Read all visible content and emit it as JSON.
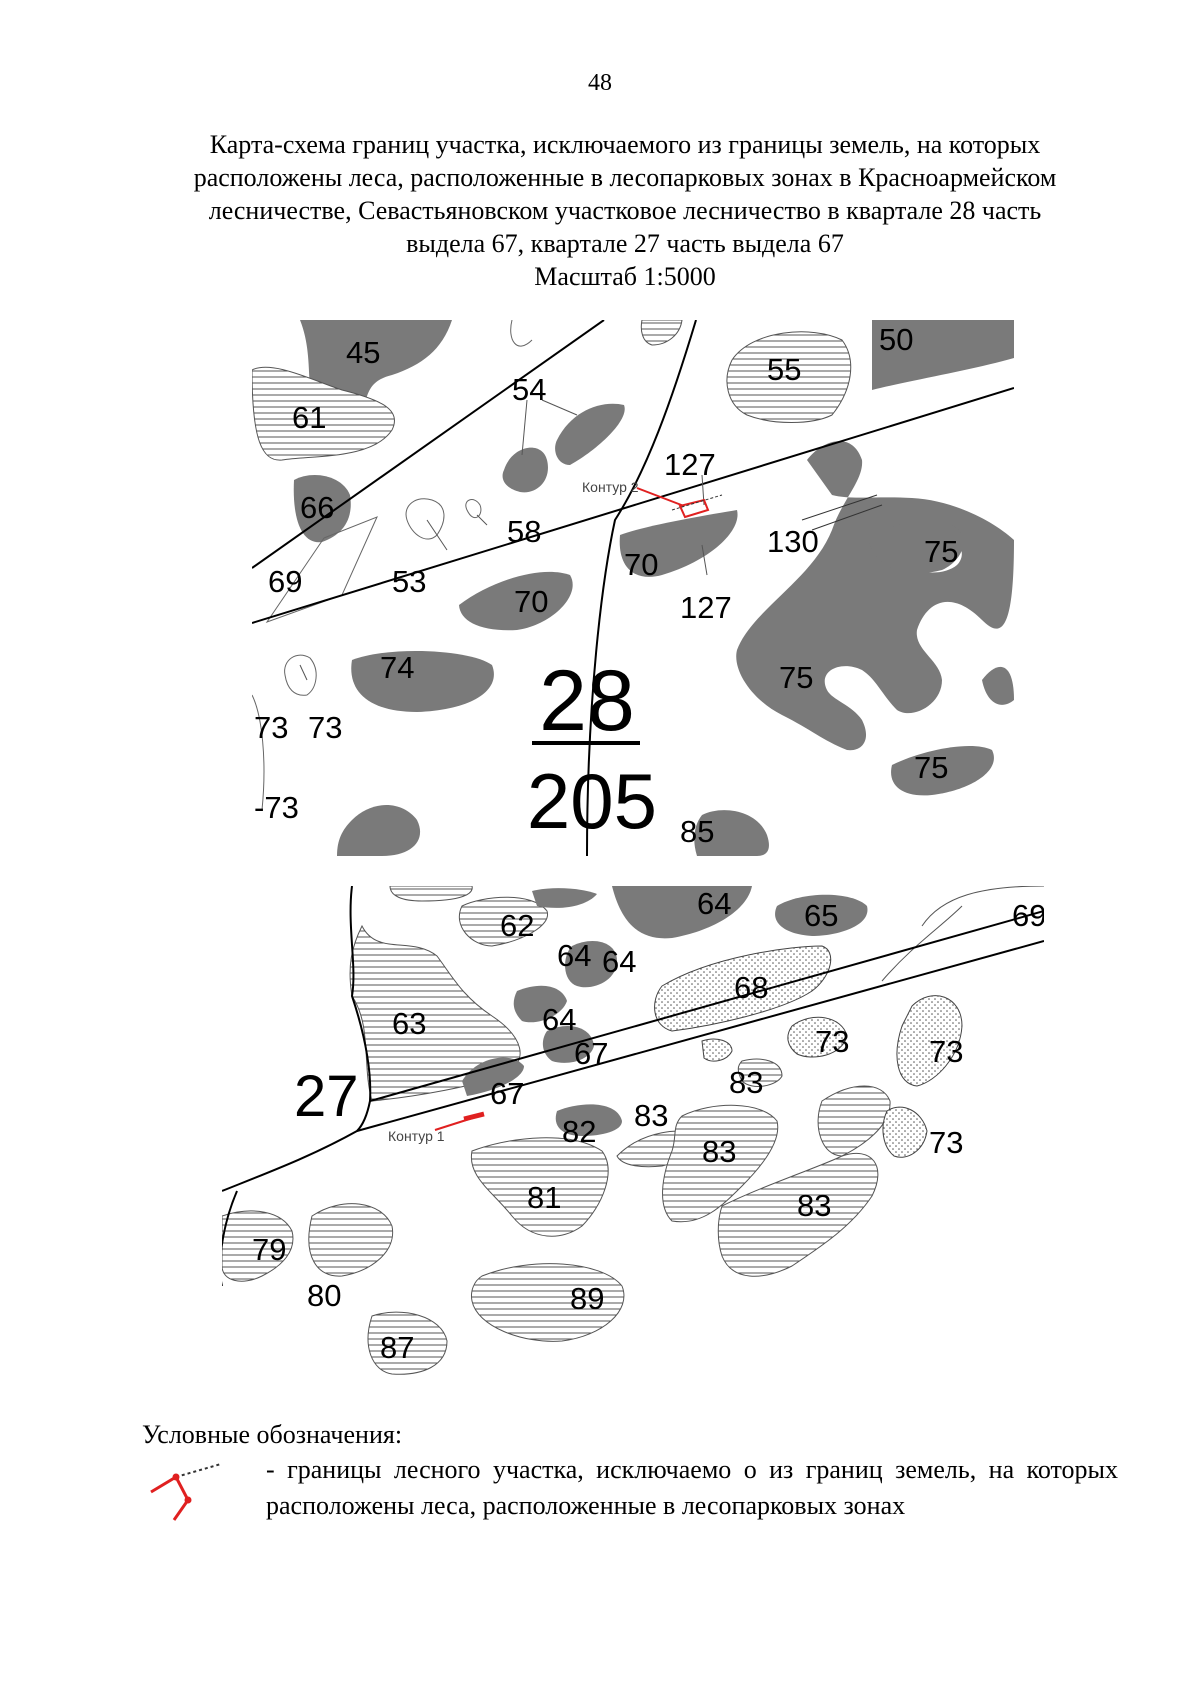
{
  "page_number": "48",
  "title_lines": [
    "Карта-схема границ участка, исключаемого из границы земель, на которых",
    "расположены леса, расположенные в лесопарковых зонах в Красноармейском",
    "лесничестве, Севастьяновском участковое лесничество в квартале 28 часть",
    "выдела 67, квартале 27 часть выдела 67",
    "Масштаб 1:5000"
  ],
  "map_top": {
    "quarter_number": "28",
    "quarter_area": "205",
    "contour_label": "Контур 2",
    "labels": [
      "45",
      "50",
      "54",
      "55",
      "61",
      "66",
      "127",
      "58",
      "69",
      "53",
      "70",
      "70",
      "130",
      "75",
      "127",
      "74",
      "73",
      "73",
      "75",
      "-73",
      "75",
      "85"
    ]
  },
  "map_bottom": {
    "quarter_number": "27",
    "contour_label": "Контур 1",
    "labels": [
      "62",
      "64",
      "65",
      "69",
      "64",
      "64",
      "68",
      "63",
      "64",
      "67",
      "73",
      "73",
      "83",
      "67",
      "83",
      "82",
      "83",
      "73",
      "81",
      "83",
      "79",
      "80",
      "89",
      "87"
    ]
  },
  "legend": {
    "title": "Условные обозначения:",
    "text": "- границы лесного участка, исключаемо о из границ земель, на которых расположены леса, расположенные в лесопарковых зонах",
    "icon": "red-boundary-line-icon",
    "color": "#e02020"
  },
  "colors": {
    "forest_dark": "#7a7a7a",
    "boundary_red": "#e02020"
  }
}
